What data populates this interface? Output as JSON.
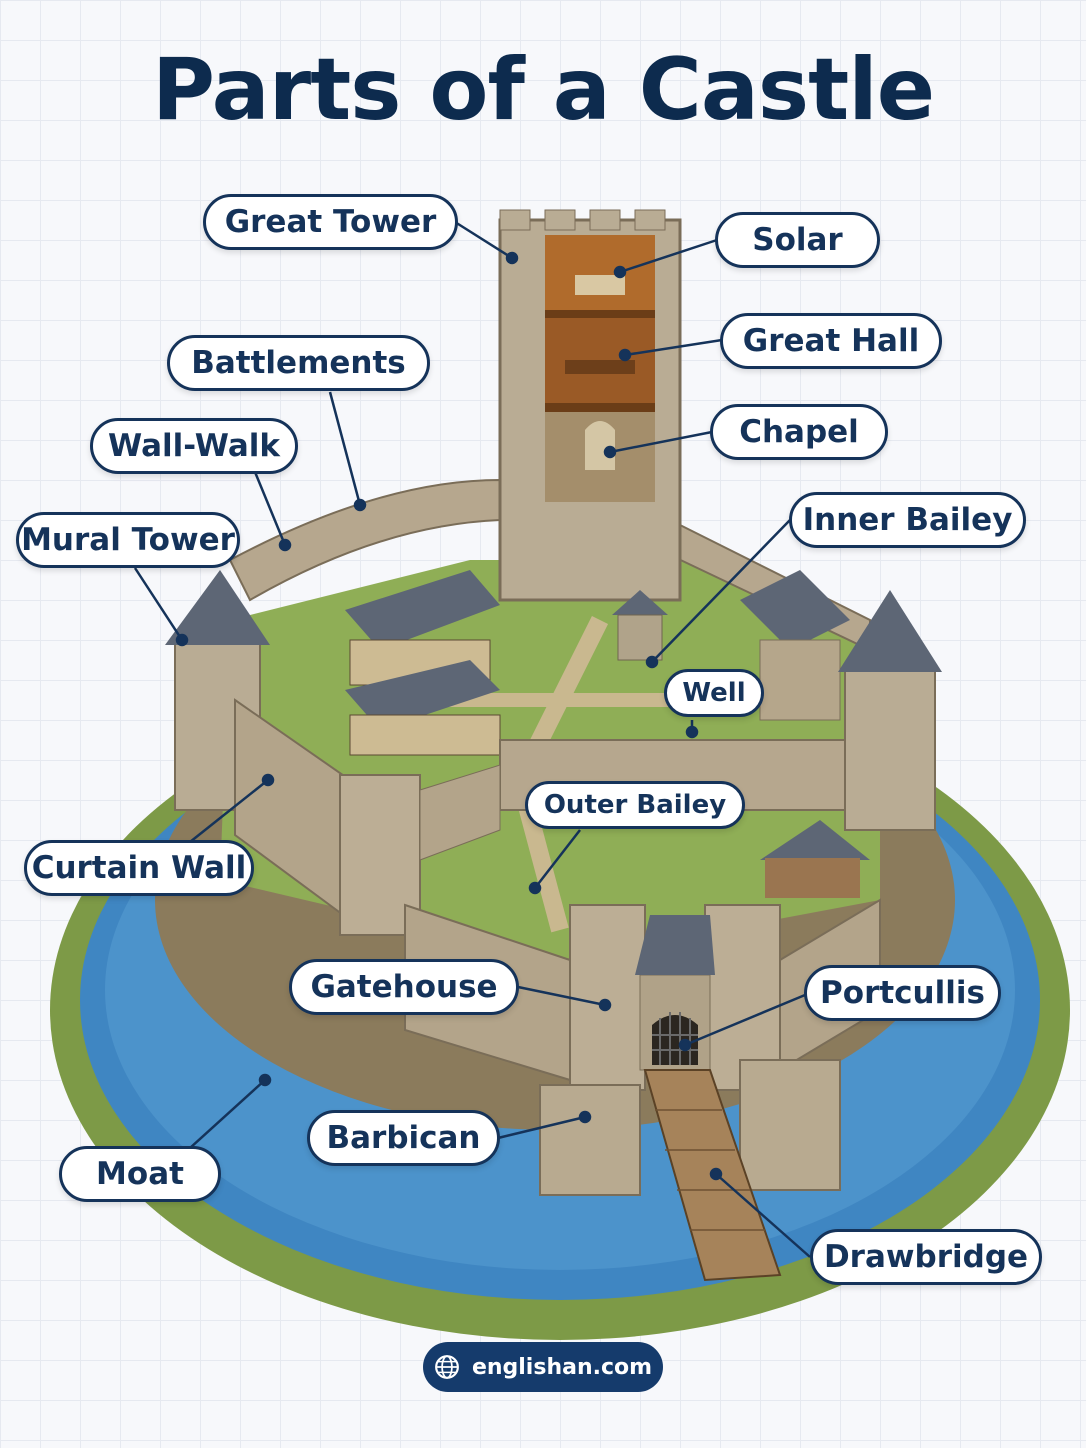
{
  "title": "Parts of a Castle",
  "labels": {
    "great_tower": "Great Tower",
    "solar": "Solar",
    "great_hall": "Great Hall",
    "chapel": "Chapel",
    "battlements": "Battlements",
    "wall_walk": "Wall-Walk",
    "mural_tower": "Mural Tower",
    "inner_bailey": "Inner Bailey",
    "well": "Well",
    "outer_bailey": "Outer Bailey",
    "curtain_wall": "Curtain Wall",
    "gatehouse": "Gatehouse",
    "portcullis": "Portcullis",
    "barbican": "Barbican",
    "moat": "Moat",
    "drawbridge": "Drawbridge"
  },
  "footer": {
    "icon": "globe-icon",
    "site": "englishan.com"
  },
  "colors": {
    "navy": "#15335a",
    "title": "#0d2b4e",
    "moat": "#3f86c2",
    "stone": "#b8ab93",
    "grass": "#7e9a45",
    "roof": "#5d6675"
  }
}
